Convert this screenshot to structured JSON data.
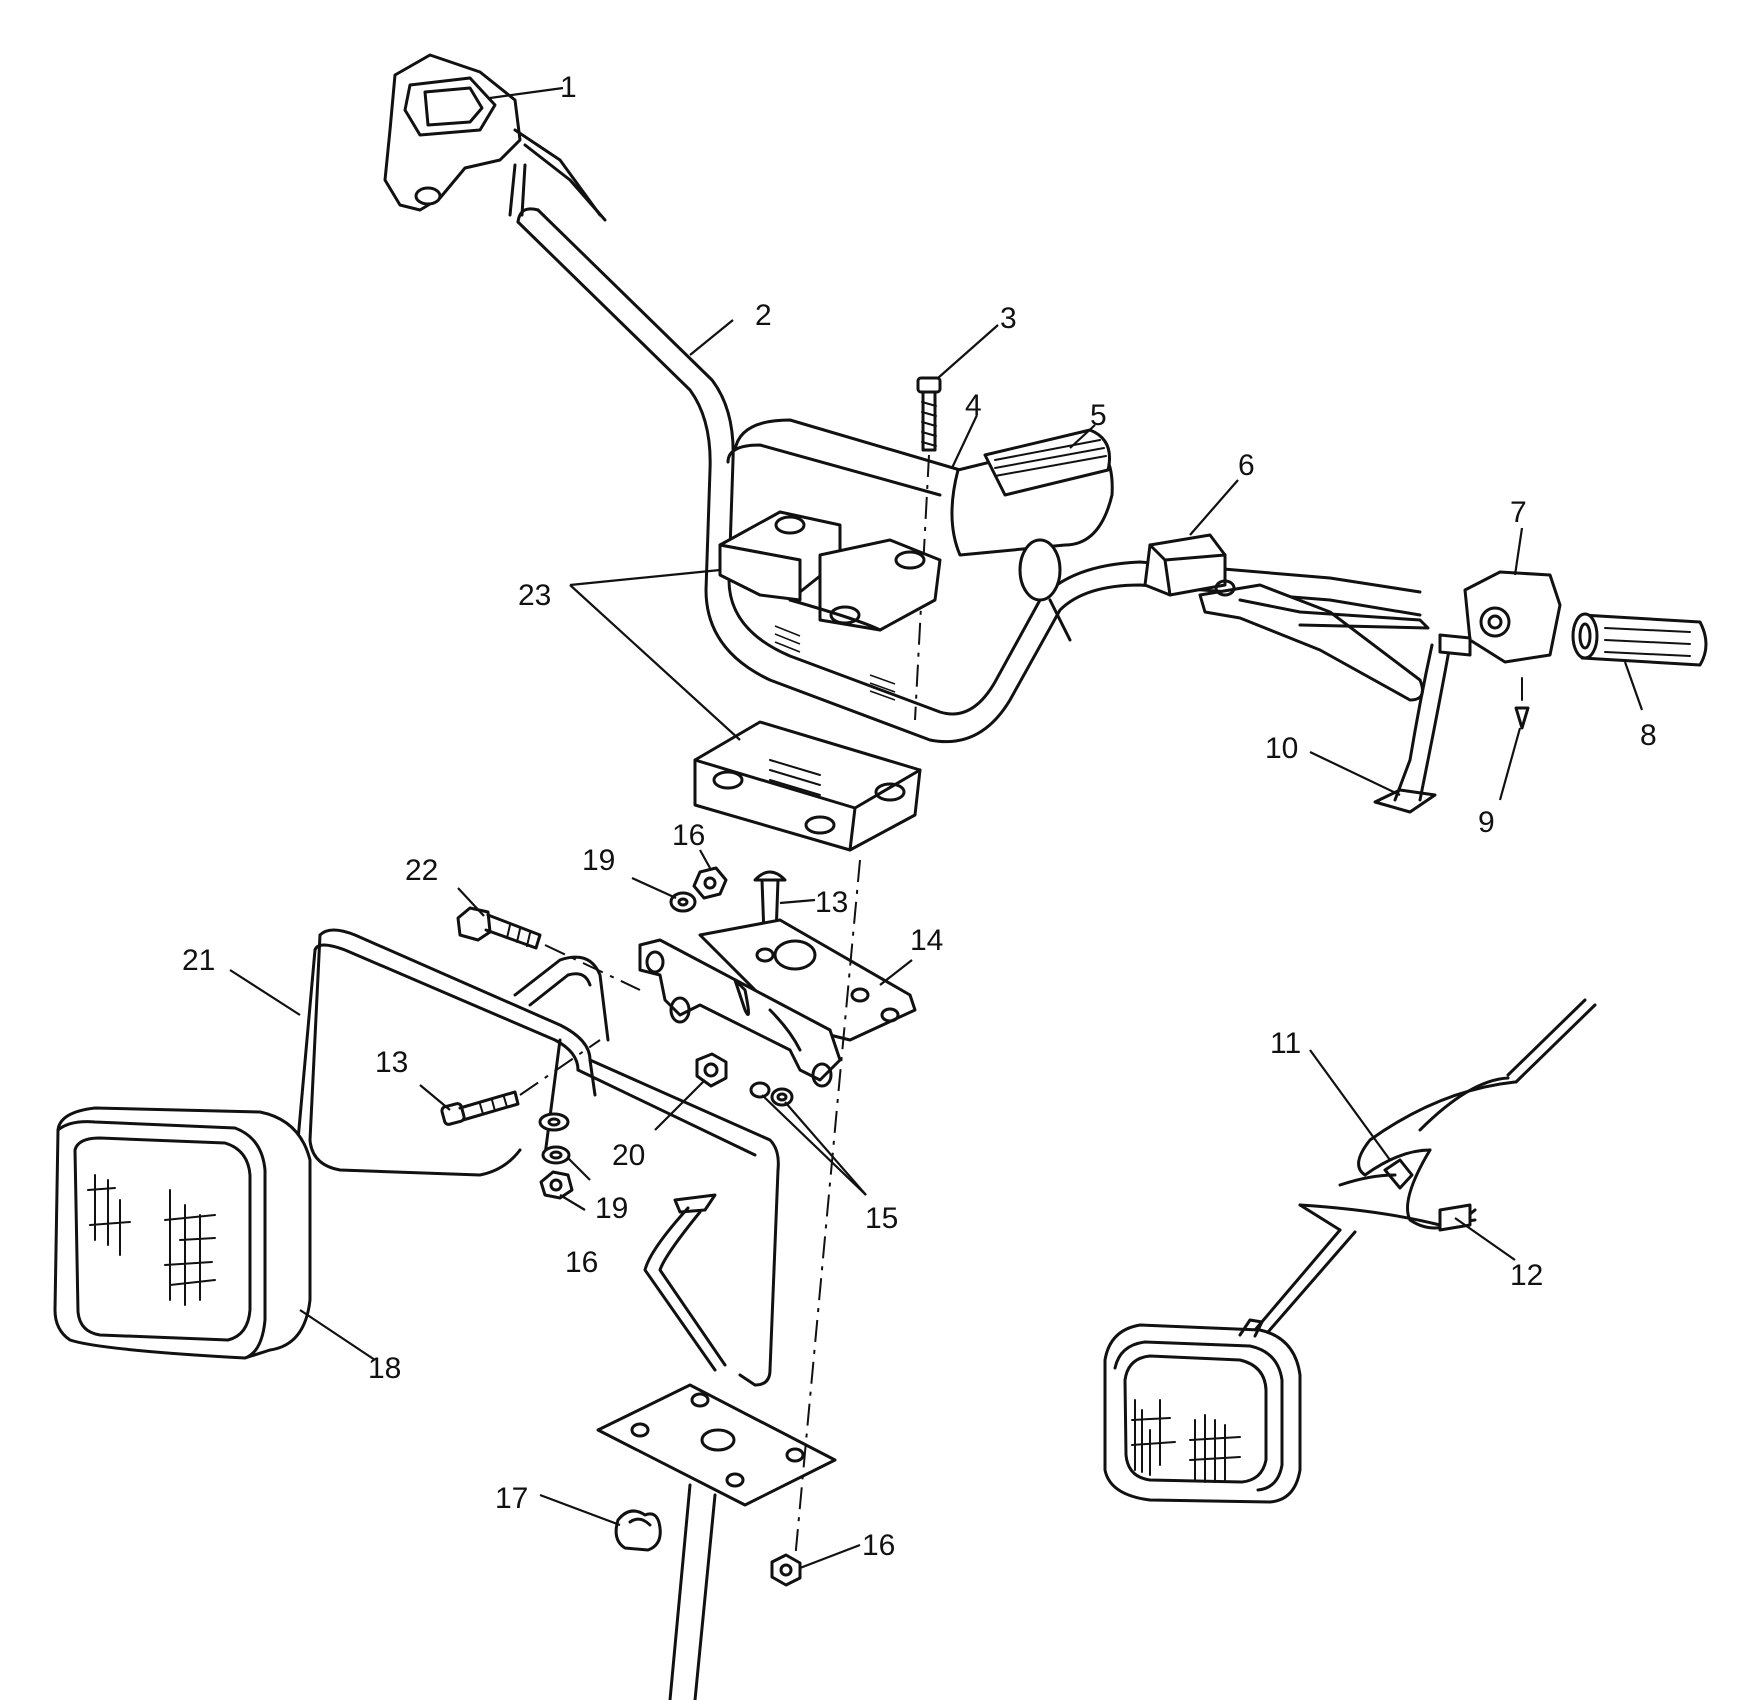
{
  "callouts": [
    {
      "id": "1",
      "label": "1"
    },
    {
      "id": "2",
      "label": "2"
    },
    {
      "id": "3",
      "label": "3"
    },
    {
      "id": "4",
      "label": "4"
    },
    {
      "id": "5",
      "label": "5"
    },
    {
      "id": "6",
      "label": "6"
    },
    {
      "id": "7",
      "label": "7"
    },
    {
      "id": "8",
      "label": "8"
    },
    {
      "id": "9",
      "label": "9"
    },
    {
      "id": "10",
      "label": "10"
    },
    {
      "id": "11",
      "label": "11"
    },
    {
      "id": "12",
      "label": "12"
    },
    {
      "id": "13a",
      "label": "13"
    },
    {
      "id": "13b",
      "label": "13"
    },
    {
      "id": "14",
      "label": "14"
    },
    {
      "id": "15",
      "label": "15"
    },
    {
      "id": "16a",
      "label": "16"
    },
    {
      "id": "16b",
      "label": "16"
    },
    {
      "id": "16c",
      "label": "16"
    },
    {
      "id": "17",
      "label": "17"
    },
    {
      "id": "18",
      "label": "18"
    },
    {
      "id": "19a",
      "label": "19"
    },
    {
      "id": "19b",
      "label": "19"
    },
    {
      "id": "20",
      "label": "20"
    },
    {
      "id": "21",
      "label": "21"
    },
    {
      "id": "22",
      "label": "22"
    },
    {
      "id": "23",
      "label": "23"
    }
  ]
}
